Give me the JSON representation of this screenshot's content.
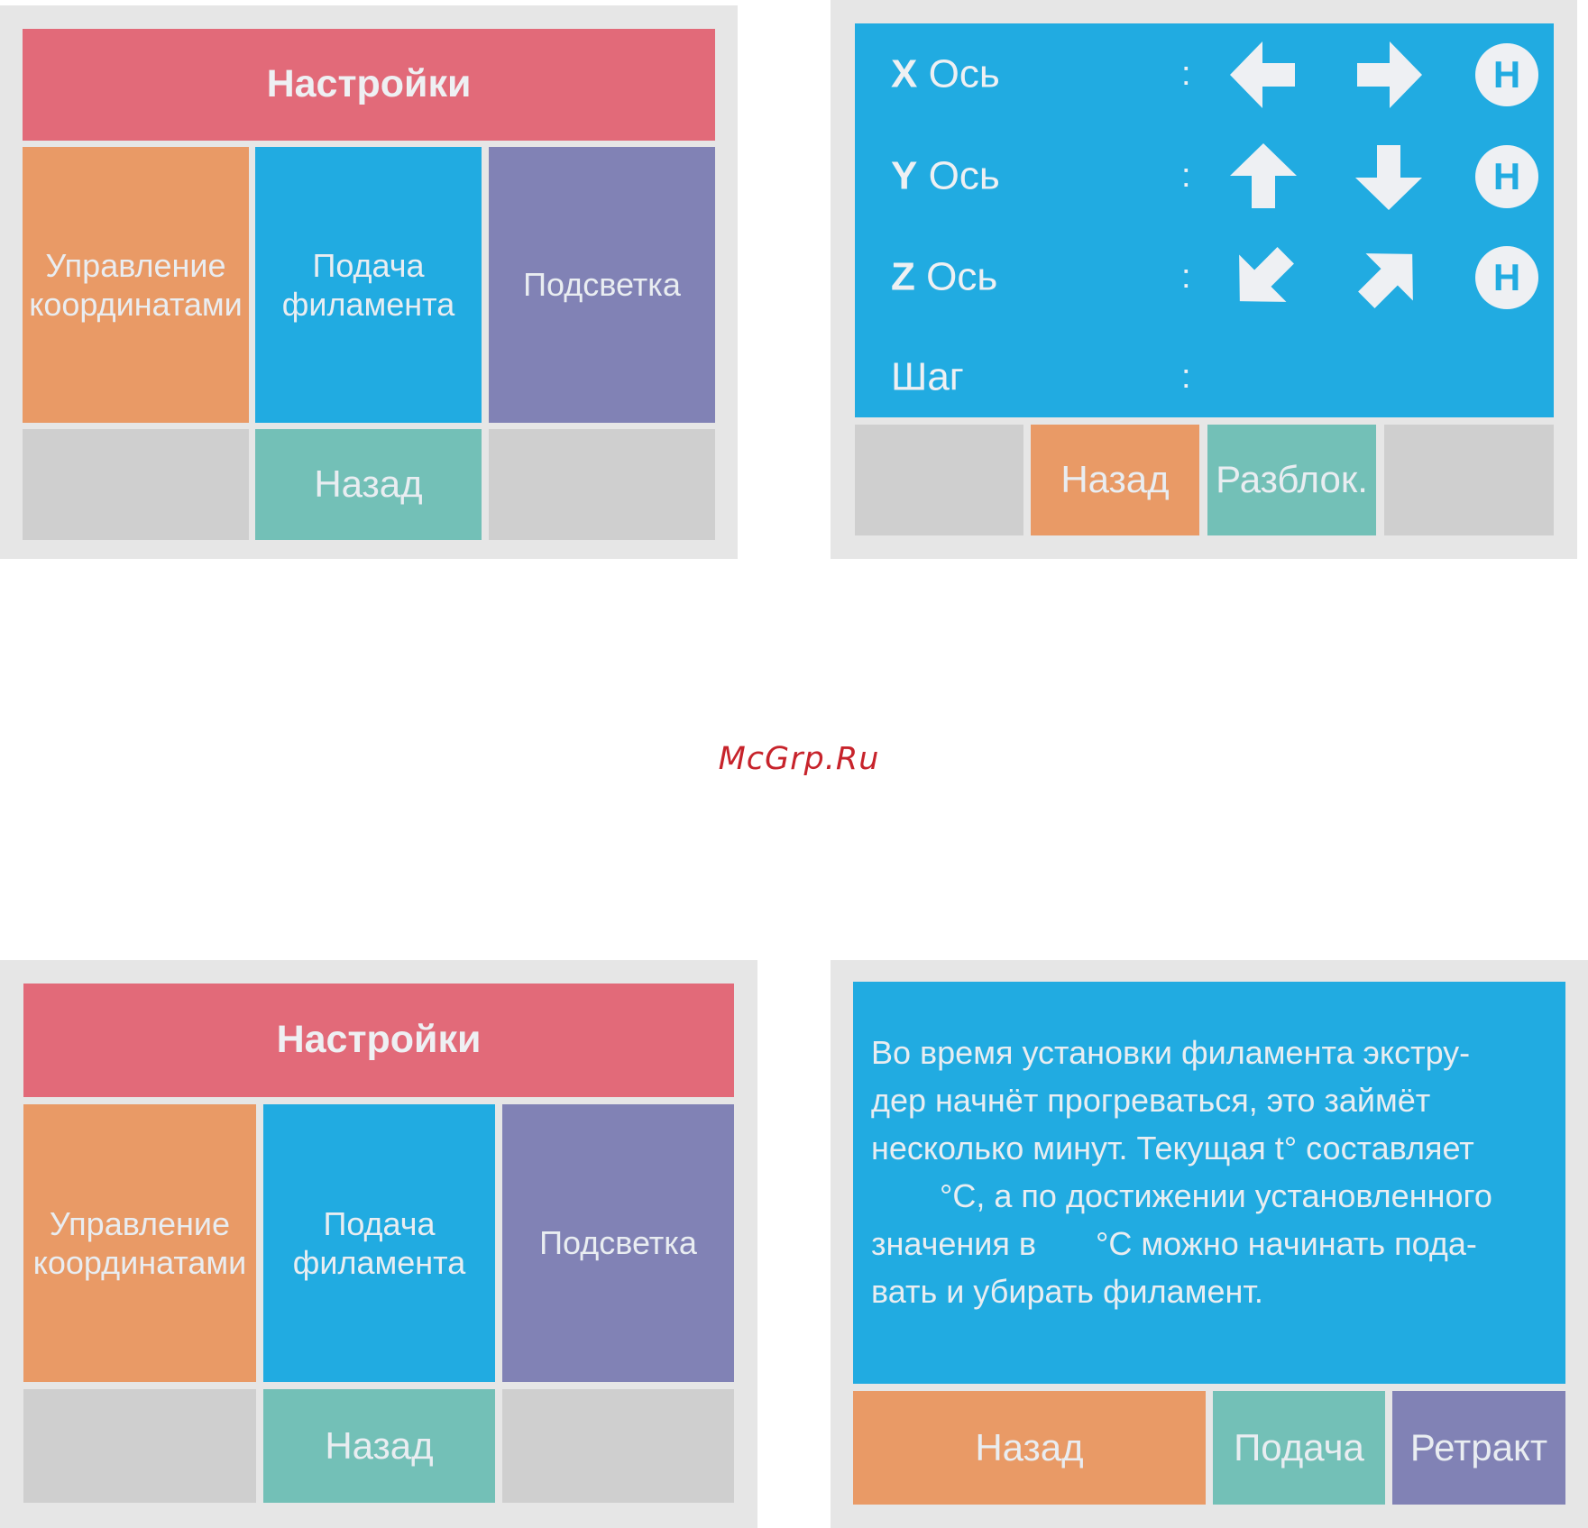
{
  "settings_menu": {
    "title": "Настройки",
    "coord_control": "Управление координатами",
    "filament_feed": "Подача филамента",
    "backlight": "Подсветка",
    "back": "Назад"
  },
  "axis_screen": {
    "x_letter": "X",
    "y_letter": "Y",
    "z_letter": "Z",
    "axis_word": "Ось",
    "step_label": "Шаг",
    "colon": ":",
    "home_label": "H",
    "back": "Назад",
    "unlock": "Разблок."
  },
  "watermark": "McGrp.Ru",
  "filament_screen": {
    "line1": "Во время установки филамента экстру-",
    "line2": "дер начнёт прогреваться, это займёт",
    "line3": "несколько минут. Текущая t° составляет",
    "line4": "°C, а по  достижении установленного",
    "line5_a": "значения в",
    "line5_b": "°C можно начинать пода-",
    "line6": "вать и убирать филамент.",
    "back": "Назад",
    "feed": "Подача",
    "retract": "Ретракт"
  },
  "colors": {
    "red": "#e26a79",
    "orange": "#e99a66",
    "blue": "#21abe1",
    "purple": "#8182b5",
    "teal": "#73c0b7",
    "grey": "#cfcfcf"
  },
  "icons": {
    "x_minus": "arrow-left-icon",
    "x_plus": "arrow-right-icon",
    "y_plus": "arrow-up-icon",
    "y_minus": "arrow-down-icon",
    "z_minus": "arrow-down-left-icon",
    "z_plus": "arrow-up-right-icon",
    "home": "home-icon"
  }
}
